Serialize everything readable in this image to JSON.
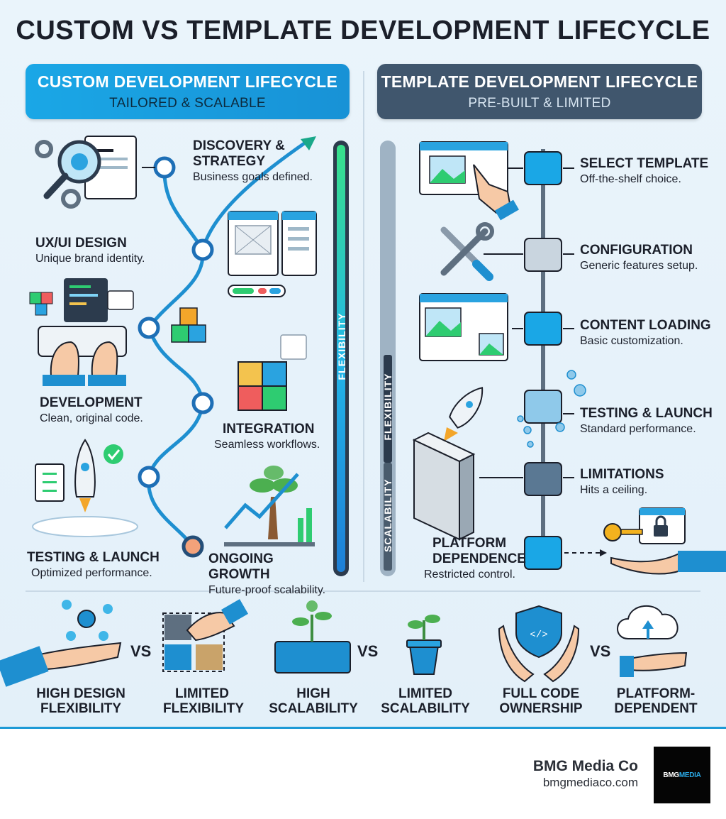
{
  "title": "CUSTOM VS TEMPLATE DEVELOPMENT LIFECYCLE",
  "custom": {
    "header": "CUSTOM DEVELOPMENT LIFECYCLE",
    "subheader": "TAILORED & SCALABLE",
    "bar_label": "FLEXIBILITY",
    "stages": [
      {
        "title": "DISCOVERY & STRATEGY",
        "desc": "Business goals defined."
      },
      {
        "title": "UX/UI DESIGN",
        "desc": "Unique brand identity."
      },
      {
        "title": "DEVELOPMENT",
        "desc": "Clean, original code."
      },
      {
        "title": "INTEGRATION",
        "desc": "Seamless workflows."
      },
      {
        "title": "TESTING & LAUNCH",
        "desc": "Optimized performance."
      },
      {
        "title": "ONGOING GROWTH",
        "desc": "Future-proof scalability."
      }
    ]
  },
  "template": {
    "header": "TEMPLATE DEVELOPMENT LIFECYCLE",
    "subheader": "PRE-BUILT & LIMITED",
    "bar_label_1": "FLEXIBILITY",
    "bar_label_2": "SCALABILITY",
    "stages": [
      {
        "title": "SELECT TEMPLATE",
        "desc": "Off-the-shelf choice."
      },
      {
        "title": "CONFIGURATION",
        "desc": "Generic features setup."
      },
      {
        "title": "CONTENT LOADING",
        "desc": "Basic customization."
      },
      {
        "title": "TESTING & LAUNCH",
        "desc": "Standard performance."
      },
      {
        "title": "LIMITATIONS",
        "desc": "Hits a ceiling."
      },
      {
        "title": "PLATFORM DEPENDENCE",
        "desc": "Restricted control."
      }
    ]
  },
  "comparisons": [
    {
      "custom": "HIGH DESIGN FLEXIBILITY",
      "vs": "VS",
      "template": "LIMITED FLEXIBILITY"
    },
    {
      "custom": "HIGH SCALABILITY",
      "vs": "VS",
      "template": "LIMITED SCALABILITY"
    },
    {
      "custom": "FULL CODE OWNERSHIP",
      "vs": "VS",
      "template": "PLATFORM-DEPENDENT"
    }
  ],
  "brand": {
    "name": "BMG Media Co",
    "url": "bmgmediaco.com",
    "logo_main": "BMG",
    "logo_accent": "MEDIA"
  },
  "colors": {
    "accent": "#1aa7e6",
    "dark_panel": "#40566d",
    "growth_green": "#2ecc71"
  }
}
